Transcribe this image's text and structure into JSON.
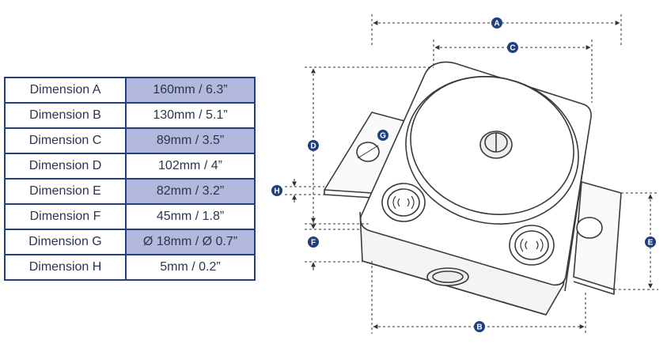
{
  "table": {
    "rows": [
      {
        "name": "Dimension A",
        "value": "160mm / 6.3”",
        "shaded": true
      },
      {
        "name": "Dimension B",
        "value": "130mm / 5.1”",
        "shaded": false
      },
      {
        "name": "Dimension C",
        "value": "89mm / 3.5”",
        "shaded": true
      },
      {
        "name": "Dimension D",
        "value": "102mm / 4”",
        "shaded": false
      },
      {
        "name": "Dimension E",
        "value": "82mm / 3.2”",
        "shaded": true
      },
      {
        "name": "Dimension F",
        "value": "45mm / 1.8”",
        "shaded": false
      },
      {
        "name": "Dimension G",
        "value": "Ø 18mm / Ø 0.7”",
        "shaded": true
      },
      {
        "name": "Dimension H",
        "value": "5mm / 0.2”",
        "shaded": false
      }
    ]
  },
  "diagram": {
    "labels": {
      "a": "A",
      "b": "B",
      "c": "C",
      "d": "D",
      "e": "E",
      "f": "F",
      "g": "G",
      "h": "H"
    },
    "colors": {
      "accent": "#1f3f7f",
      "shade": "#b3b9dc",
      "line": "#3a3a3a"
    }
  }
}
